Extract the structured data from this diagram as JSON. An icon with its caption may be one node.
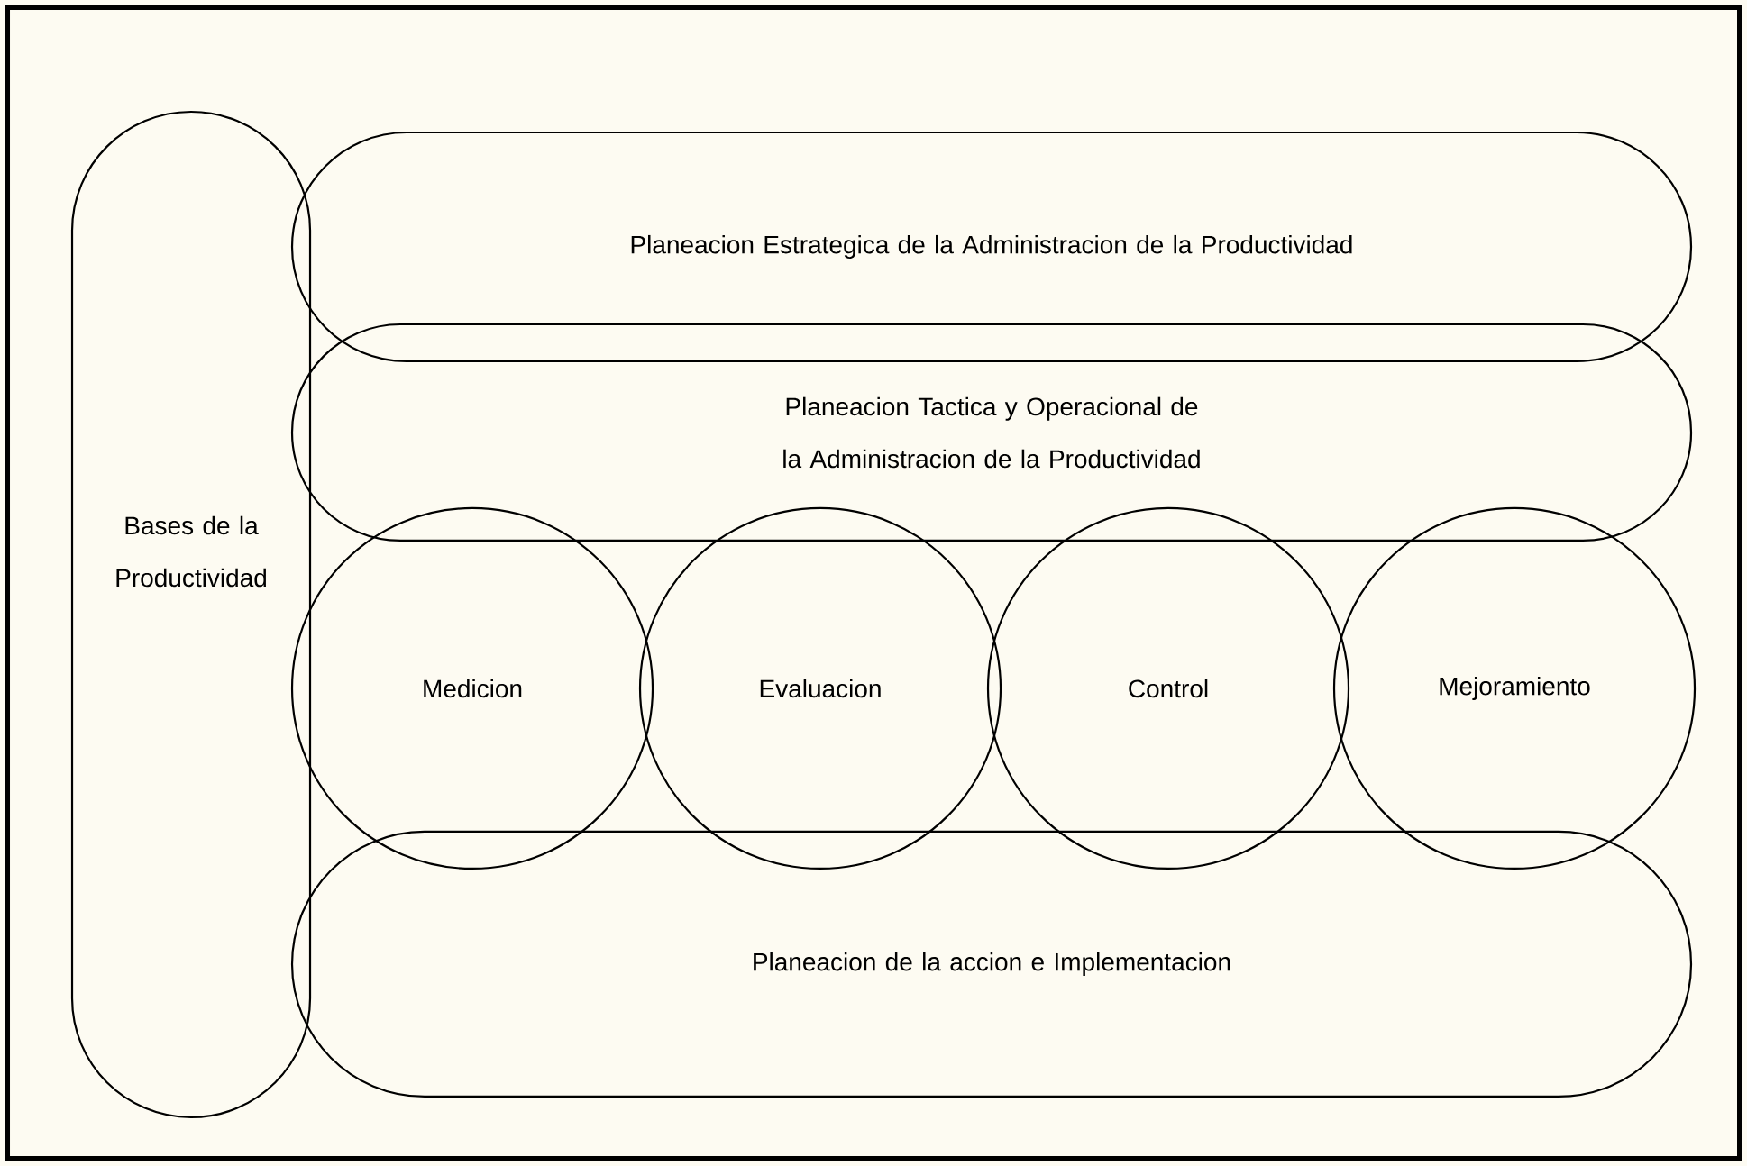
{
  "diagram": {
    "nodes": [
      {
        "text": [
          "Bases de la Productividad"
        ]
      },
      {
        "text": [
          "Planeacion Estrategica de la Administracion de la Productividad"
        ]
      },
      {
        "text": [
          "Planeacion Tactica y Operacional de la Administracion de la Productividad"
        ]
      },
      {
        "text": [
          "Medicion"
        ]
      },
      {
        "text": [
          "Evaluacion"
        ]
      },
      {
        "text": [
          "Control"
        ]
      },
      {
        "text": [
          "Mejoramiento"
        ]
      },
      {
        "text": [
          "Planeacion de la accion e Implementacion"
        ]
      }
    ]
  }
}
